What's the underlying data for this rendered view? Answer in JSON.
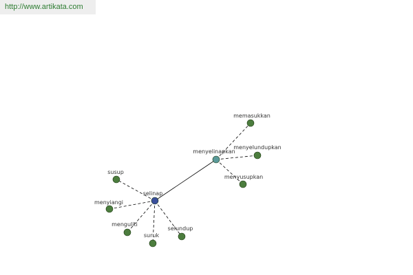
{
  "site_url": "http://www.artikata.com",
  "colors": {
    "background": "#ffffff",
    "banner_background": "#eeeeee",
    "banner_text": "#2e7d32",
    "root_node": "#3a4f9c",
    "hub_node": "#5a9a9a",
    "leaf_node": "#4c7d3e",
    "label_text": "#333333",
    "edge": "#000000"
  },
  "graph": {
    "nodes": [
      {
        "id": "selinap",
        "label": "selinap",
        "kind": "root"
      },
      {
        "id": "menyelinapkan",
        "label": "menyelinapkan",
        "kind": "hub"
      },
      {
        "id": "memasukkan",
        "label": "memasukkan",
        "kind": "leaf"
      },
      {
        "id": "menyelundupkan",
        "label": "menyelundupkan",
        "kind": "leaf"
      },
      {
        "id": "menyusupkan",
        "label": "menyusupkan",
        "kind": "leaf"
      },
      {
        "id": "susup",
        "label": "susup",
        "kind": "leaf"
      },
      {
        "id": "menyiangi",
        "label": "menyiangi",
        "kind": "leaf"
      },
      {
        "id": "menguliti",
        "label": "menguliti",
        "kind": "leaf"
      },
      {
        "id": "suruk",
        "label": "suruk",
        "kind": "leaf"
      },
      {
        "id": "selundup",
        "label": "selundup",
        "kind": "leaf"
      }
    ],
    "edges": [
      {
        "from": "selinap",
        "to": "menyelinapkan",
        "style": "solid"
      },
      {
        "from": "selinap",
        "to": "susup",
        "style": "dashed"
      },
      {
        "from": "selinap",
        "to": "menyiangi",
        "style": "dashed"
      },
      {
        "from": "selinap",
        "to": "menguliti",
        "style": "dashed"
      },
      {
        "from": "selinap",
        "to": "suruk",
        "style": "dashed"
      },
      {
        "from": "selinap",
        "to": "selundup",
        "style": "dashed"
      },
      {
        "from": "menyelinapkan",
        "to": "memasukkan",
        "style": "dashed"
      },
      {
        "from": "menyelinapkan",
        "to": "menyelundupkan",
        "style": "dashed"
      },
      {
        "from": "menyelinapkan",
        "to": "menyusupkan",
        "style": "dashed"
      }
    ]
  }
}
